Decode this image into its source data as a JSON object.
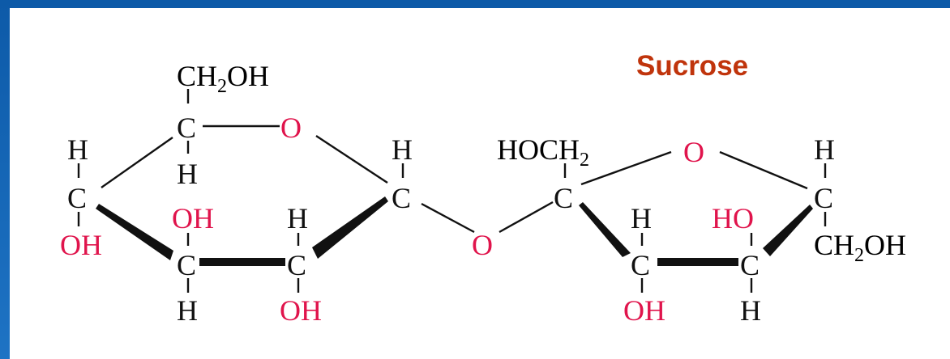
{
  "title": "Sucrose",
  "colors": {
    "frame": "#1565b5",
    "title": "#c0340c",
    "hetero": "#e0144c",
    "carbon": "#111111"
  },
  "glucose": {
    "ch2oh": {
      "ch": "CH",
      "sub": "2",
      "oh": "OH"
    },
    "c5": "C",
    "c5_h": "H",
    "ring_o": "O",
    "c4": "C",
    "c4_h": "H",
    "c4_oh": "OH",
    "c3": "C",
    "c3_oh": "OH",
    "c3_h": "H",
    "c2": "C",
    "c2_h": "H",
    "c2_oh": "OH",
    "c1": "C",
    "c1_h": "H"
  },
  "glycosidic_o": "O",
  "fructose": {
    "hoch2": {
      "ho": "HO",
      "ch": "CH",
      "sub": "2"
    },
    "c2": "C",
    "ring_o": "O",
    "c3": "C",
    "c3_h": "H",
    "c3_oh": "OH",
    "c4": "C",
    "c4_ho": "HO",
    "c4_h": "H",
    "c5": "C",
    "c5_h": "H",
    "ch2oh": {
      "ch": "CH",
      "sub": "2",
      "oh": "OH"
    }
  }
}
